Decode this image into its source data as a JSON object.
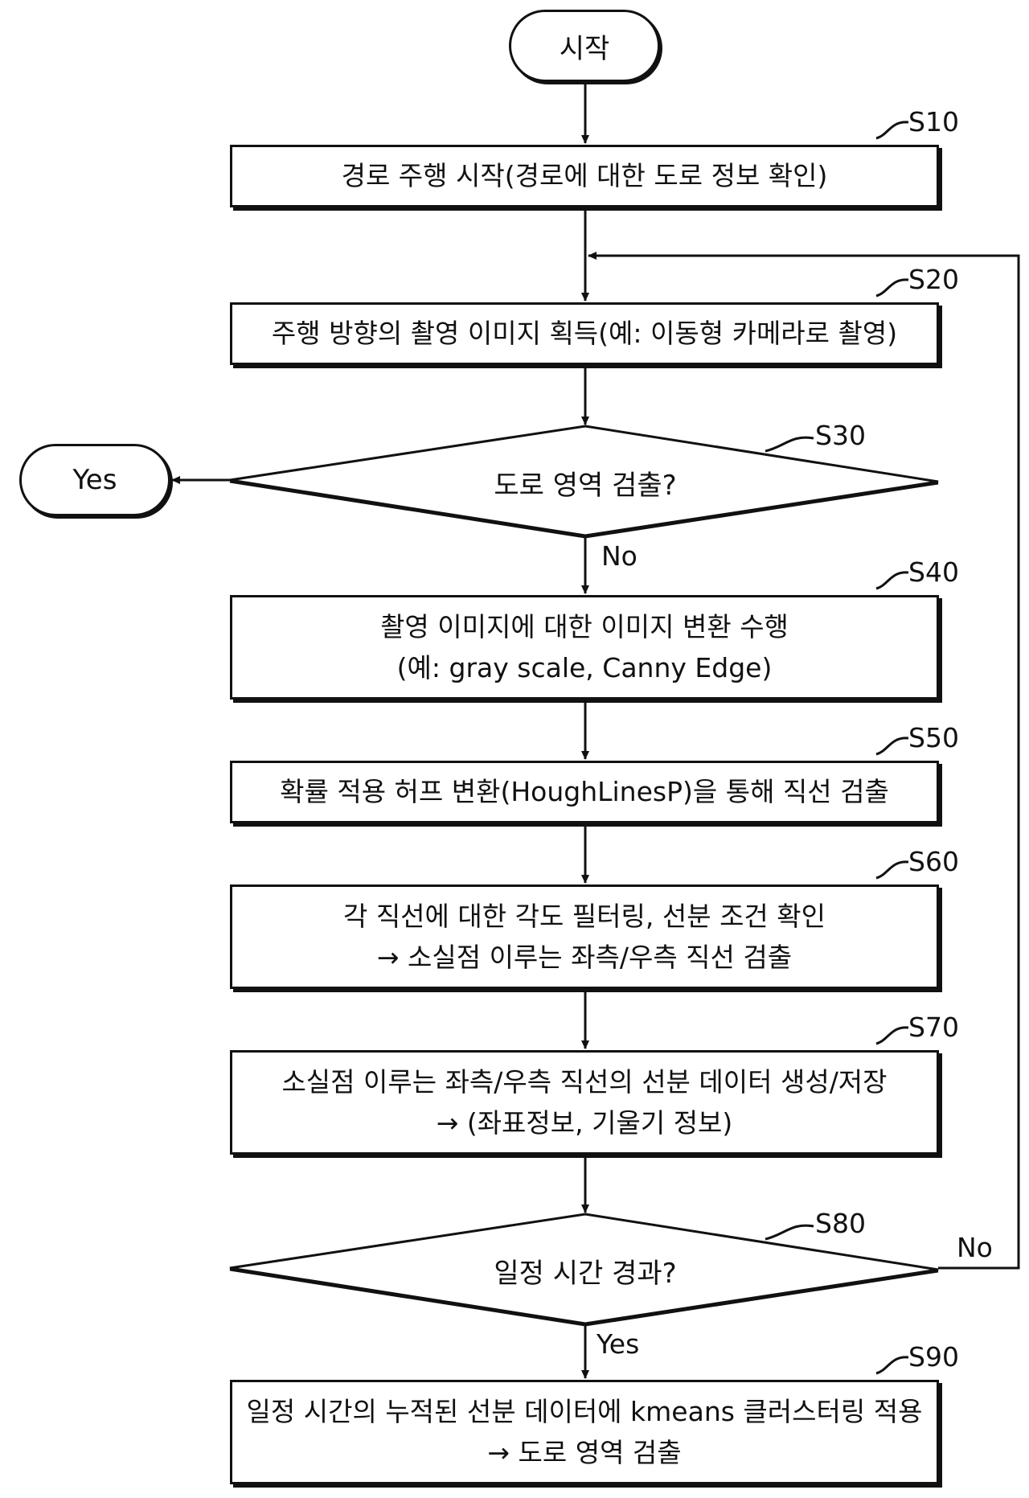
{
  "start": "시작",
  "s10": {
    "step": "S10",
    "lines": [
      "경로 주행 시작(경로에 대한 도로 정보 확인)"
    ]
  },
  "s20": {
    "step": "S20",
    "lines": [
      "주행 방향의 촬영 이미지 획득(예: 이동형 카메라로 촬영)"
    ]
  },
  "s30": {
    "step": "S30",
    "question": "도로 영역 검출?",
    "yes": "Yes",
    "no": "No"
  },
  "yes_terminal": "Yes",
  "s40": {
    "step": "S40",
    "lines": [
      "촬영 이미지에 대한 이미지 변환 수행",
      "(예: gray scale, Canny Edge)"
    ]
  },
  "s50": {
    "step": "S50",
    "lines": [
      "확률 적용 허프 변환(HoughLinesP)을 통해 직선 검출"
    ]
  },
  "s60": {
    "step": "S60",
    "lines": [
      "각 직선에 대한 각도 필터링, 선분 조건 확인",
      "→ 소실점 이루는 좌측/우측 직선 검출"
    ]
  },
  "s70": {
    "step": "S70",
    "lines": [
      "소실점 이루는 좌측/우측 직선의 선분 데이터 생성/저장",
      "→ (좌표정보, 기울기 정보)"
    ]
  },
  "s80": {
    "step": "S80",
    "question": "일정 시간 경과?",
    "yes": "Yes",
    "no": "No"
  },
  "s90": {
    "step": "S90",
    "lines": [
      "일정 시간의 누적된 선분 데이터에 kmeans 클러스터링 적용",
      "→ 도로 영역 검출"
    ]
  }
}
